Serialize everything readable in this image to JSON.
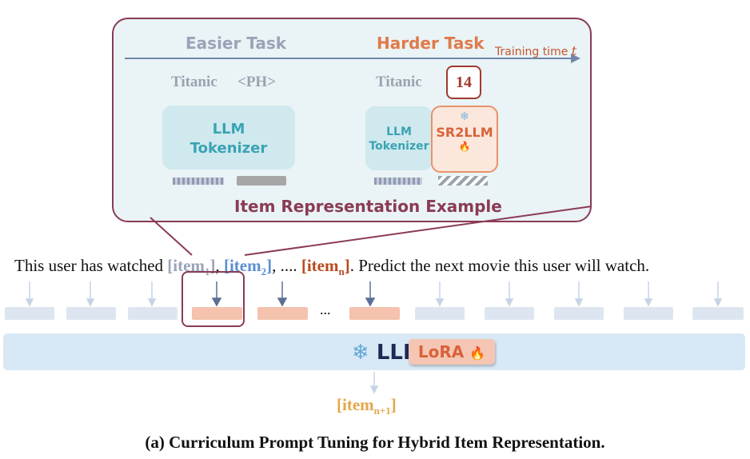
{
  "callout": {
    "easier_task": "Easier Task",
    "harder_task": "Harder Task",
    "training_time": "Training time",
    "training_var": "t",
    "easy_tokens": [
      "Titanic",
      "<PH>"
    ],
    "hard_tokens": [
      "Titanic",
      "14"
    ],
    "llm_tokenizer_line1": "LLM",
    "llm_tokenizer_line2": "Tokenizer",
    "sr2llm": "SR2LLM",
    "title": "Item Representation Example"
  },
  "sentence": {
    "prefix": "This user has watched ",
    "item": "item",
    "sub1": "1",
    "sub2": "2",
    "subn": "n",
    "sep1": ", ",
    "sep2": ", .... ",
    "suffix": ". Predict the next movie this user will watch."
  },
  "ellipsis": "...",
  "llm": {
    "label": "LLM",
    "lora": "LoRA",
    "snowflake": "❄",
    "fire": "🔥"
  },
  "output": {
    "item": "item",
    "sub": "n+1"
  },
  "caption": "(a) Curriculum Prompt Tuning for Hybrid Item Representation.",
  "colors": {
    "accent_border": "#8a3b55",
    "harder": "#e07a4a",
    "easier": "#9aa3b8",
    "tokenizer": "#3aa3b3",
    "lora": "#d9623a",
    "next_item": "#e4a74a"
  }
}
